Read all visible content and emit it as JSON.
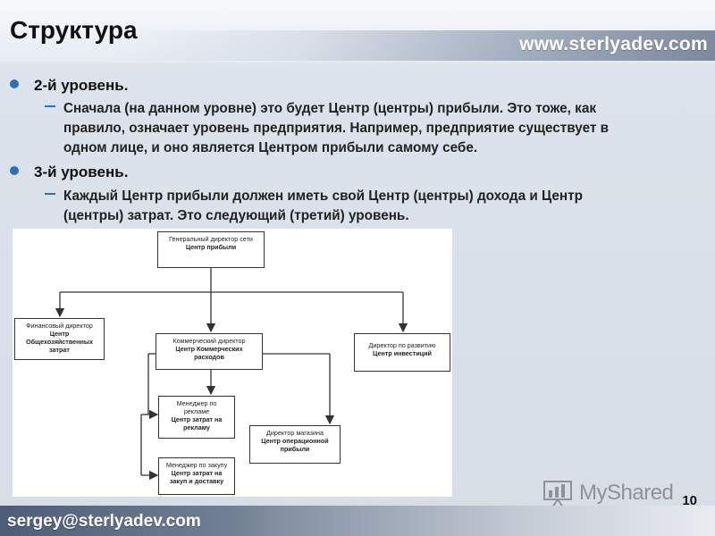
{
  "header": {
    "title": "Структура",
    "site_url": "www.sterlyadev.com"
  },
  "body": {
    "level2": {
      "heading": "2-й уровень.",
      "line1": "Сначала (на данном уровне) это будет Центр (центры) прибыли. Это тоже, как",
      "line2": "правило, означает уровень предприятия. Например, предприятие существует в",
      "line3": "одном лице, и оно является Центром прибыли самому себе."
    },
    "level3": {
      "heading": "3-й уровень.",
      "line1": "Каждый Центр прибыли должен иметь свой Центр (центры) дохода и Центр",
      "line2": "(центры) затрат. Это следующий (третий) уровень."
    }
  },
  "org_chart": {
    "ceo": {
      "role": "Генеральный директор сети",
      "center": "Центр прибыли"
    },
    "cfo": {
      "role": "Финансовый директор",
      "center_l1": "Центр",
      "center_l2": "Общехозяйственных",
      "center_l3": "затрат"
    },
    "cco": {
      "role": "Коммерческий директор",
      "center_l1": "Центр Коммерческих",
      "center_l2": "расходов"
    },
    "cdo": {
      "role": "Директор по развитию",
      "center": "Центр инвестиций"
    },
    "ad_manager": {
      "role_l1": "Менеджер по",
      "role_l2": "рекламе",
      "center_l1": "Центр затрат на",
      "center_l2": "рекламу"
    },
    "store_director": {
      "role": "Директор магазина",
      "center_l1": "Центр операционной",
      "center_l2": "прибыли"
    },
    "purchase_manager": {
      "role": "Менеджер по закупу",
      "center_l1": "Центр затрат на",
      "center_l2": "закуп и доставку"
    }
  },
  "footer": {
    "email": "sergey@sterlyadev.com",
    "page_number": "10",
    "watermark": "MyShared"
  },
  "colors": {
    "bullet": "#2f6fb8",
    "footer_dark": "#5a6a82"
  }
}
